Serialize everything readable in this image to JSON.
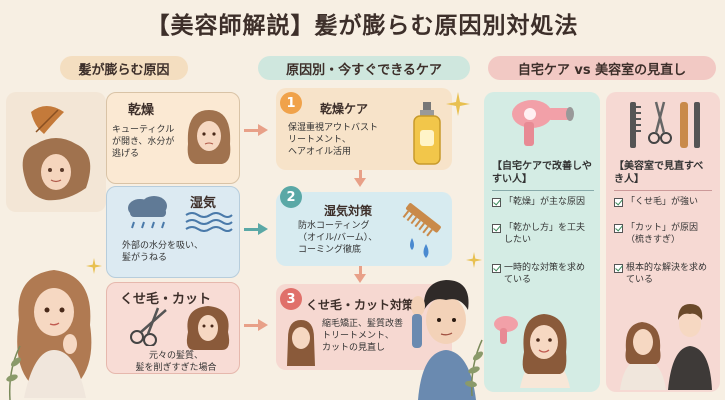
{
  "title": "【美容師解説】髪が膨らむ原因別対処法",
  "headers": {
    "causes": "髪が膨らむ原因",
    "care": "原因別・今すぐできるケア",
    "compare": "自宅ケア vs 美容室の見直し"
  },
  "causes": [
    {
      "title": "乾燥",
      "desc": "キューティクル\nが開き、水分が\n逃げる"
    },
    {
      "title": "湿気",
      "desc": "外部の水分を吸い、\n髪がうねる"
    },
    {
      "title": "くせ毛・カット",
      "desc": "元々の髪質、\n髪を削ぎすぎた場合"
    }
  ],
  "care": [
    {
      "num": "1",
      "title": "乾燥ケア",
      "desc": "保湿重視アウトバスト\nリートメント、\nヘアオイル活用"
    },
    {
      "num": "2",
      "title": "湿気対策",
      "desc": "防水コーティング\n（オイル/バーム）、\nコーミング徹底"
    },
    {
      "num": "3",
      "title": "くせ毛・カット対策",
      "desc": "縮毛矯正、髪質改善\nトリートメント、\nカットの見直し"
    }
  ],
  "home": {
    "title": "【自宅ケアで改善しやすい人】",
    "items": [
      "「乾燥」が主な原因",
      "「乾かし方」を工夫したい",
      "一時的な対策を求めている"
    ]
  },
  "salon": {
    "title": "【美容室で見直すべき人】",
    "items": [
      "「くせ毛」が強い",
      "「カット」が原因（梳きすぎ）",
      "根本的な解決を求めている"
    ]
  },
  "colors": {
    "num1": "#f0a24a",
    "num2": "#5aa8a6",
    "num3": "#e0706a",
    "arrow": "#e8a088"
  }
}
